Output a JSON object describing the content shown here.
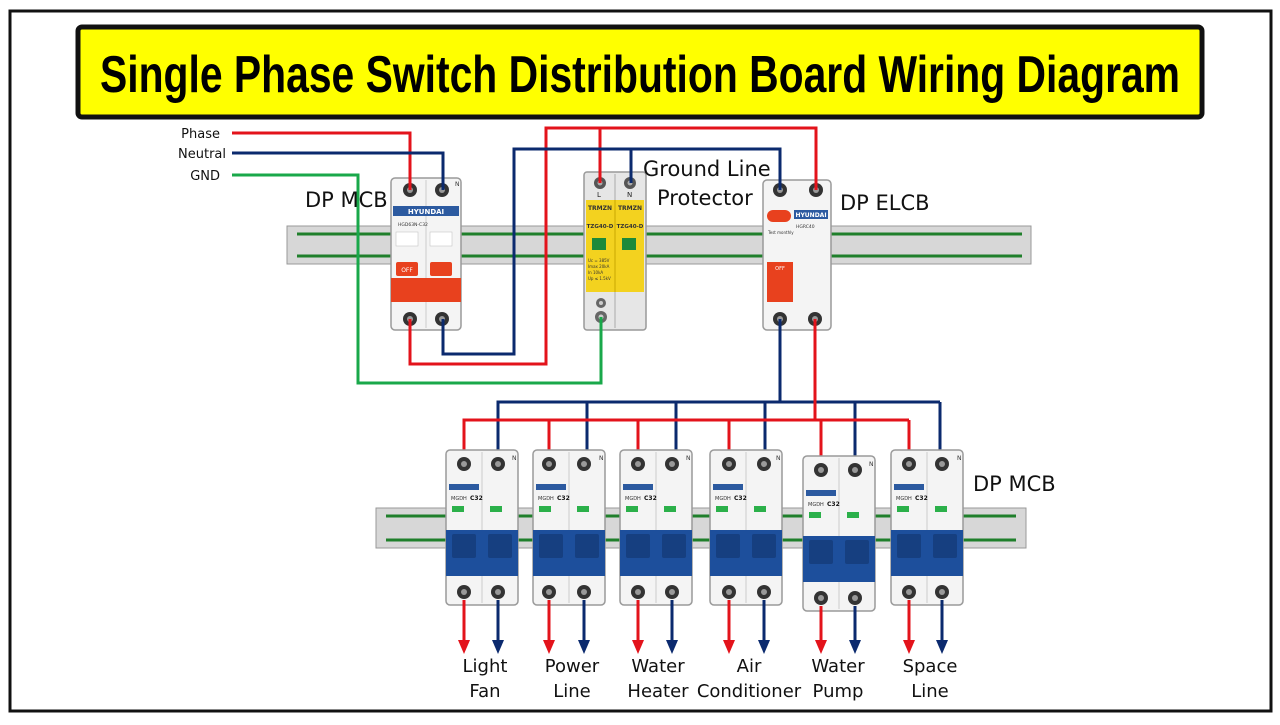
{
  "title": "Single Phase Switch Distribution Board Wiring Diagram",
  "inputs": {
    "phase": "Phase",
    "neutral": "Neutral",
    "gnd": "GND"
  },
  "labels": {
    "main_mcb": "DP MCB",
    "spd_line1": "Ground Line",
    "spd_line2": "Protector",
    "elcb": "DP ELCB",
    "branch_mcb": "DP MCB"
  },
  "devices": {
    "main_mcb_brand": "HYUNDAI",
    "main_mcb_model": "HGD63N-C32",
    "main_mcb_off": "OFF",
    "spd_brand": "TRMZN",
    "spd_model_1": "TZG40-D",
    "spd_model_2": "TZG40-D",
    "spd_spec_1": "Uc = 385V",
    "spd_spec_2": "Imax 20kA",
    "spd_spec_3": "In  10kA",
    "spd_spec_4": "Up ≤ 1.5kV",
    "elcb_brand": "HYUNDAI",
    "elcb_model": "HGRC40",
    "elcb_test": "Test monthly",
    "elcb_off": "OFF",
    "branch_brand": "MGDH",
    "branch_rating": "C32",
    "terminal_l": "L",
    "terminal_n": "N"
  },
  "circuits": [
    {
      "line1": "Light",
      "line2": "Fan"
    },
    {
      "line1": "Power",
      "line2": "Line"
    },
    {
      "line1": "Water",
      "line2": "Heater"
    },
    {
      "line1": "Air",
      "line2": "Conditioner"
    },
    {
      "line1": "Water",
      "line2": "Pump"
    },
    {
      "line1": "Space",
      "line2": "Line"
    }
  ],
  "colors": {
    "phase": "#e3131b",
    "neutral": "#0b2a6e",
    "ground": "#19a84a",
    "title_bg": "#ffff00",
    "mcb_handle_main": "#e8411e",
    "mcb_handle_branch": "#1d4f9c",
    "spd_body": "#f3d21f"
  }
}
